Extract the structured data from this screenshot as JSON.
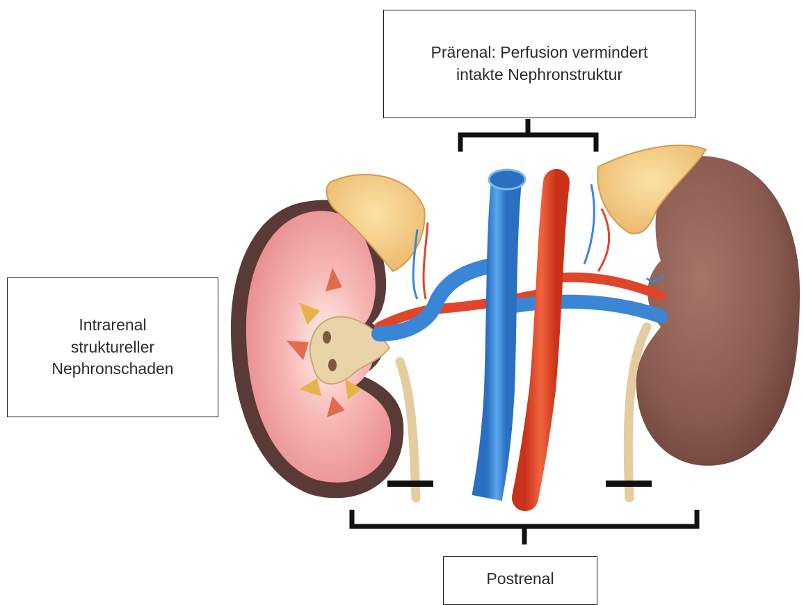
{
  "labels": {
    "prerenal": {
      "line1": "Prärenal: Perfusion vermindert",
      "line2": "intakte Nephronstruktur"
    },
    "intrarenal": {
      "line1": "Intrarenal",
      "line2": "struktureller",
      "line3": "Nephronschaden"
    },
    "postrenal": {
      "line1": "Postrenal"
    }
  },
  "colors": {
    "vein": "#3a86d6",
    "artery": "#e0452a",
    "kidney_capsule": "#5a3a36",
    "kidney_cortex": "#f3a6a6",
    "kidney_exterior": "#8a5a50",
    "adrenal_gland": "#f6cf85",
    "ureter": "#ead3ad",
    "marker": "#111111"
  }
}
